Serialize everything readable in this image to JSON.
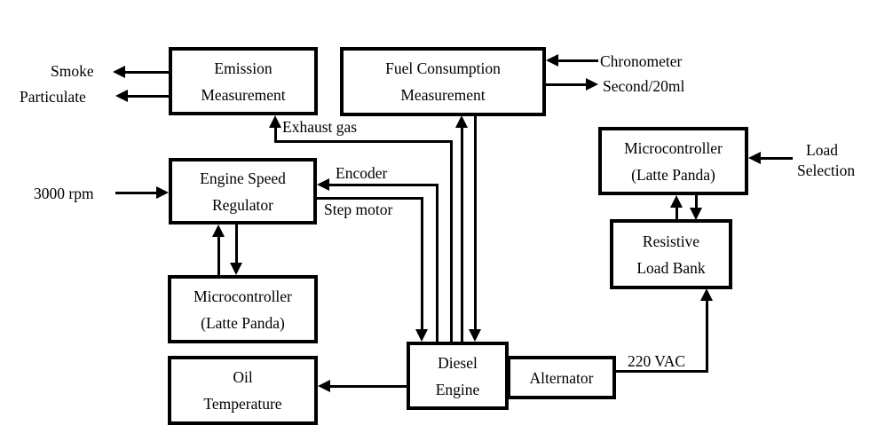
{
  "boxes": {
    "emission": {
      "lines": [
        "Emission",
        "Measurement"
      ]
    },
    "fuel": {
      "lines": [
        "Fuel Consumption",
        "Measurement"
      ]
    },
    "regulator": {
      "lines": [
        "Engine Speed",
        "Regulator"
      ]
    },
    "micro_left": {
      "lines": [
        "Microcontroller",
        "(Latte Panda)"
      ]
    },
    "oil": {
      "lines": [
        "Oil",
        "Temperature"
      ]
    },
    "diesel": {
      "lines": [
        "Diesel",
        "Engine"
      ]
    },
    "alternator": {
      "lines": [
        "Alternator"
      ]
    },
    "micro_right": {
      "lines": [
        "Microcontroller",
        "(Latte Panda)"
      ]
    },
    "load_bank": {
      "lines": [
        "Resistive",
        "Load Bank"
      ]
    }
  },
  "labels": {
    "smoke": "Smoke",
    "particulate": "Particulate",
    "rpm": "3000 rpm",
    "exhaust_gas": "Exhaust gas",
    "encoder": "Encoder",
    "step_motor": "Step motor",
    "chronometer": "Chronometer",
    "second_20ml": "Second/20ml",
    "load_selection_line1": "Load",
    "load_selection_line2": "Selection",
    "vac": "220 VAC"
  },
  "colors": {
    "line": "#000000",
    "background": "#ffffff"
  }
}
